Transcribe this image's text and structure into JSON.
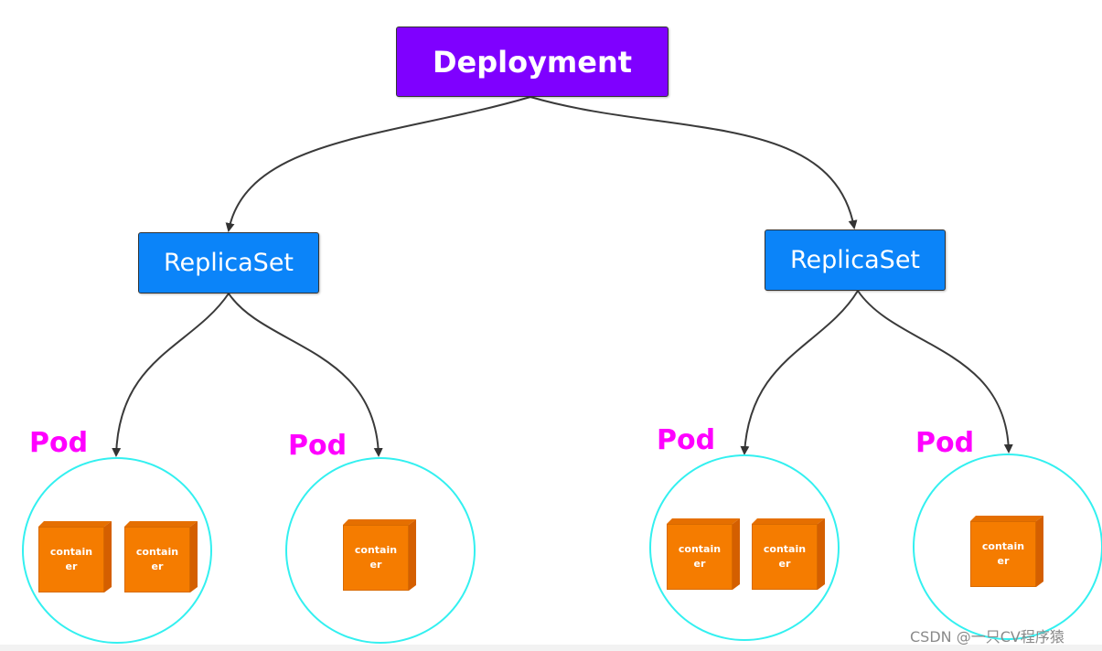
{
  "deployment": {
    "label": "Deployment"
  },
  "replicasets": [
    {
      "label": "ReplicaSet"
    },
    {
      "label": "ReplicaSet"
    }
  ],
  "pods": [
    {
      "label": "Pod",
      "containers": [
        {
          "line1": "contain",
          "line2": "er"
        },
        {
          "line1": "contain",
          "line2": "er"
        }
      ]
    },
    {
      "label": "Pod",
      "containers": [
        {
          "line1": "contain",
          "line2": "er"
        }
      ]
    },
    {
      "label": "Pod",
      "containers": [
        {
          "line1": "contain",
          "line2": "er"
        },
        {
          "line1": "contain",
          "line2": "er"
        }
      ]
    },
    {
      "label": "Pod",
      "containers": [
        {
          "line1": "contain",
          "line2": "er"
        }
      ]
    }
  ],
  "watermark": "CSDN @一只CV程序猿",
  "colors": {
    "deployment": "#7f00ff",
    "replicaset": "#0b84f9",
    "pod_label": "#ff00ff",
    "pod_circle": "#33f0f0",
    "container": "#f57c00"
  }
}
